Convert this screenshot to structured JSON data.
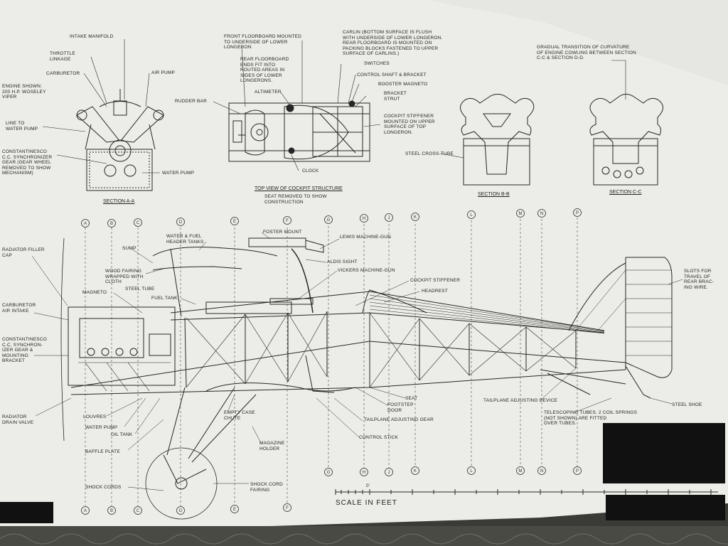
{
  "sections": {
    "a": {
      "title": "SECTION A-A"
    },
    "b": {
      "title": "SECTION B-B"
    },
    "c": {
      "title": "SECTION C-C"
    }
  },
  "cockpit_top_view": {
    "title": "TOP VIEW OF COCKPIT STRUCTURE",
    "subtitle": "SEAT REMOVED TO SHOW\nCONSTRUCTION"
  },
  "labels": {
    "intake_manifold": "INTAKE MANIFOLD",
    "throttle_linkage": "THROTTLE\nLINKAGE",
    "carburetor": "CARBURETOR",
    "air_pump": "AIR PUMP",
    "engine_shown": "ENGINE SHOWN:\n200 H.P. WOSELEY\nVIPER",
    "line_to_water_pump": "LINE TO\nWATER PUMP",
    "constantinesco_top": "CONSTANTINESCO\nC.C. SYNCHRONIZER\nGEAR (GEAR WHEEL\nREMOVED TO SHOW\nMECHANISM)",
    "water_pump_top": "WATER PUMP",
    "front_floorboard": "FRONT FLOORBOARD MOUNTED\nTO UNDERSIDE OF LOWER\nLONGERON",
    "rear_floorboard": "REAR FLOORBOARD\nENDS FIT INTO\nROUTED AREAS IN\nSIDES OF LOWER\nLONGERONS.",
    "rudder_bar": "RUDDER BAR",
    "altimeter": "ALTIMETER",
    "carlin": "CARLIN (BOTTOM SURFACE IS FLUSH\nWITH UNDERSIDE OF LOWER LONGERON.\nREAR FLOORBOARD IS MOUNTED ON\nPACKING BLOCKS FASTENED TO UPPER\nSURFACE OF CARLINS.)",
    "switches": "SWITCHES",
    "control_shaft": "CONTROL SHAFT & BRACKET",
    "booster_magneto": "BOOSTER MAGNETO",
    "bracket_strut": "BRACKET\nSTRUT",
    "cockpit_stiffener_top": "COCKPIT STIFFENER\nMOUNTED ON UPPER\nSURFACE OF TOP\nLONGERON.",
    "steel_cross_tube": "STEEL CROSS-TUBE",
    "clock": "CLOCK",
    "gradual_transition": "GRADUAL TRANSITION OF CURVATURE\nOF ENGINE COWLING BETWEEN SECTION\nC-C & SECTION D-D.",
    "radiator_filler": "RADIATOR FILLER\nCAP",
    "sump": "SUMP",
    "water_fuel_tanks": "WATER & FUEL\nHEADER TANKS",
    "foster_mount": "FOSTER MOUNT",
    "lewis_gun": "LEWIS MACHINE-GUN",
    "wood_fairing": "WOOD FAIRING\nWRAPPED WITH\nCLOTH",
    "aldis_sight": "ALDIS SIGHT",
    "vickers_gun": "VICKERS MACHINE-GUN",
    "steel_tube": "STEEL TUBE",
    "cockpit_stiffener": "COCKPIT STIFFENER",
    "headrest": "HEADREST",
    "magneto": "MAGNETO",
    "fuel_tank": "FUEL TANK",
    "slots": "SLOTS FOR\nTRAVEL OF\nREAR BRAC-\nING WIRE.",
    "carb_air_intake": "CARBURETOR\nAIR INTAKE",
    "constantinesco_side": "CONSTANTINESCO\nC.C. SYNCHRON-\nIZER GEAR &\nMOUNTING\nBRACKET",
    "seat": "SEAT",
    "footstep_door": "FOOTSTEP\nDOOR",
    "tailplane_device": "TAILPLANE ADJUSTING DEVICE",
    "steel_shoe": "STEEL SHOE",
    "louvres": "LOUVRES",
    "empty_case_chute": "EMPTY CASE\nCHUTE",
    "tailplane_gear": "TAILPLANE ADJUSTING GEAR",
    "telescoping_tubes": "TELESCOPING TUBES. 2 COIL SPRINGS\n(NOT SHOWN) ARE FITTED\nOVER TUBES.",
    "radiator_drain": "RADIATOR\nDRAIN VALVE",
    "water_pump_side": "WATER PUMP",
    "oil_tank": "OIL TANK",
    "control_stick": "CONTROL STICK",
    "baffle_plate": "BAFFLE  PLATE",
    "magazine_holder": "MAGAZINE\nHOLDER",
    "shock_cords": "SHOCK CORDS",
    "shock_cord_fairing": "SHOCK CORD\nFAIRING"
  },
  "station_letters": [
    "A",
    "B",
    "C",
    "D",
    "E",
    "F",
    "G",
    "H",
    "J",
    "K",
    "L",
    "M",
    "N",
    "P"
  ],
  "scale": {
    "label": "SCALE IN FEET",
    "zero": "0'"
  },
  "colors": {
    "paper": "#efefeb",
    "ink": "#262626",
    "redaction": "#111111",
    "background": "#3a3a36"
  }
}
